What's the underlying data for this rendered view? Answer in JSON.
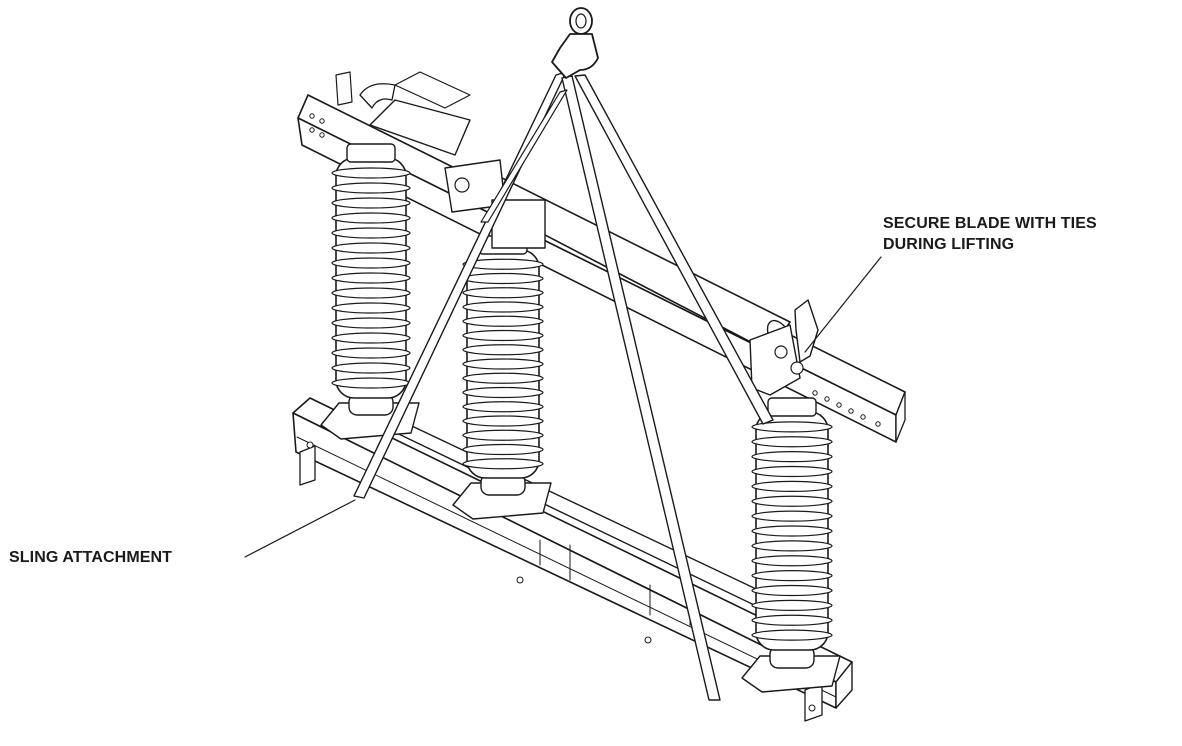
{
  "callouts": {
    "secure_blade": [
      "SECURE BLADE WITH TIES",
      "DURING LIFTING"
    ],
    "sling_attachment": "SLING ATTACHMENT"
  },
  "colors": {
    "ink": "#1a1a1a",
    "paper": "#ffffff"
  }
}
